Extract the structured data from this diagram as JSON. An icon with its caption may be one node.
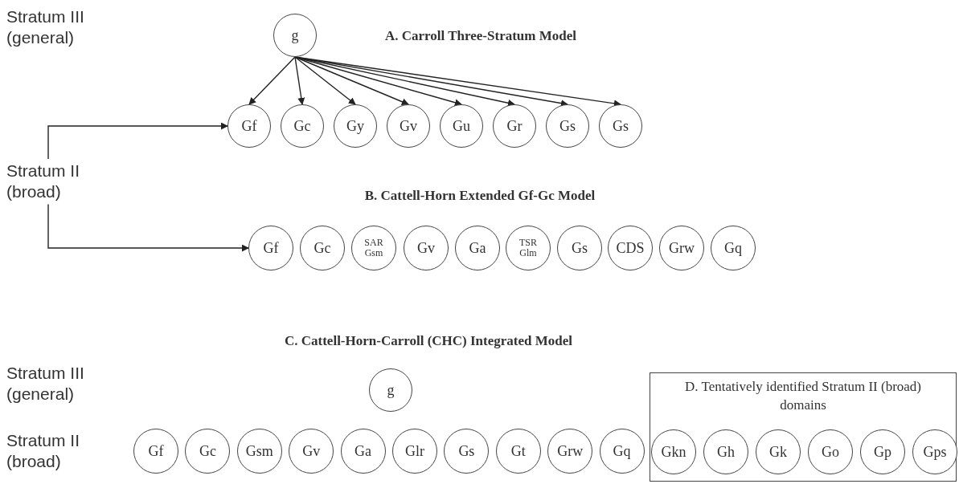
{
  "diagram": {
    "nodes": [
      {
        "text": [
          "Stratum III (general)"
        ]
      },
      {
        "text": [
          "g"
        ]
      },
      {
        "text": [
          "Stratum II (broad)"
        ]
      },
      {
        "text": [
          "Gf"
        ]
      },
      {
        "text": [
          "Gc"
        ]
      },
      {
        "text": [
          "Gy"
        ]
      },
      {
        "text": [
          "Gv"
        ]
      },
      {
        "text": [
          "Gu"
        ]
      },
      {
        "text": [
          "Gr"
        ]
      },
      {
        "text": [
          "Gs"
        ]
      },
      {
        "text": [
          "Gs"
        ]
      },
      {
        "text": [
          "Gf"
        ]
      },
      {
        "text": [
          "Gc"
        ]
      },
      {
        "text": [
          "SAR",
          "Gsm"
        ]
      },
      {
        "text": [
          "Gv"
        ]
      },
      {
        "text": [
          "Ga"
        ]
      },
      {
        "text": [
          "TSR",
          "Glm"
        ]
      },
      {
        "text": [
          "Gs"
        ]
      },
      {
        "text": [
          "CDS"
        ]
      },
      {
        "text": [
          "Grw"
        ]
      },
      {
        "text": [
          "Gq"
        ]
      },
      {
        "text": [
          "Stratum III (general)"
        ]
      },
      {
        "text": [
          "g"
        ]
      },
      {
        "text": [
          "Stratum II (broad)"
        ]
      },
      {
        "text": [
          "Gf"
        ]
      },
      {
        "text": [
          "Gc"
        ]
      },
      {
        "text": [
          "Gsm"
        ]
      },
      {
        "text": [
          "Gv"
        ]
      },
      {
        "text": [
          "Ga"
        ]
      },
      {
        "text": [
          "Glr"
        ]
      },
      {
        "text": [
          "Gs"
        ]
      },
      {
        "text": [
          "Gt"
        ]
      },
      {
        "text": [
          "Grw"
        ]
      },
      {
        "text": [
          "Gq"
        ]
      },
      {
        "text": [
          "D. Tentatively identified Stratum II (broad) domains"
        ]
      },
      {
        "text": [
          "Gkn"
        ],
        "in": 34
      },
      {
        "text": [
          "Gh"
        ],
        "in": 34
      },
      {
        "text": [
          "Gk"
        ],
        "in": 34
      },
      {
        "text": [
          "Go"
        ],
        "in": 34
      },
      {
        "text": [
          "Gp"
        ],
        "in": 34
      },
      {
        "text": [
          "Gps"
        ],
        "in": 34
      }
    ],
    "edges": [
      {
        "from": 1,
        "to": 3,
        "arrow": "to"
      },
      {
        "from": 1,
        "to": 4,
        "arrow": "to"
      },
      {
        "from": 1,
        "to": 5,
        "arrow": "to"
      },
      {
        "from": 1,
        "to": 6,
        "arrow": "to"
      },
      {
        "from": 1,
        "to": 7,
        "arrow": "to"
      },
      {
        "from": 1,
        "to": 8,
        "arrow": "to"
      },
      {
        "from": 1,
        "to": 9,
        "arrow": "to"
      },
      {
        "from": 1,
        "to": 10,
        "arrow": "to"
      },
      {
        "from": 2,
        "to": 3,
        "arrow": "to"
      },
      {
        "from": 2,
        "to": 11,
        "arrow": "to"
      }
    ],
    "labels": [
      "A. Carroll Three-Stratum Model",
      "B. Cattell-Horn Extended Gf-Gc Model",
      "C. Cattell-Horn-Carroll (CHC) Integrated Model"
    ]
  }
}
